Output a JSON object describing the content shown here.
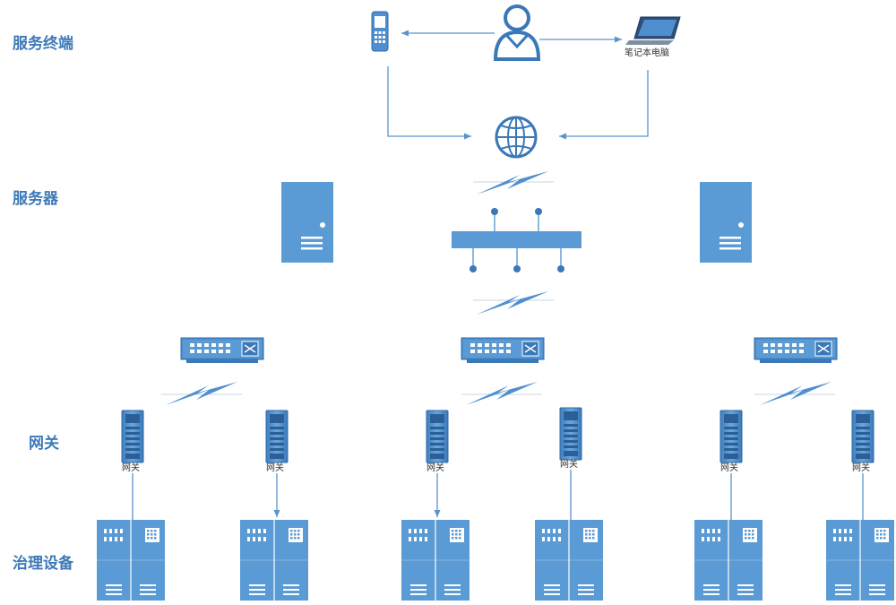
{
  "rows": {
    "terminal": "服务终端",
    "server": "服务器",
    "gateway": "网关",
    "governance": "治理设备"
  },
  "devices": {
    "laptop_label": "笔记本电脑",
    "gateway_label": "网关"
  },
  "icons": {
    "phone": "mobile-phone-icon",
    "user": "user-icon",
    "laptop": "laptop-icon",
    "globe": "globe-icon",
    "server": "server-icon",
    "switch": "network-switch-icon",
    "gateway": "gateway-tower-icon",
    "governance": "governance-cabinet-icon",
    "wireless": "wireless-link-icon"
  },
  "colors": {
    "primary": "#5b9bd5",
    "dark": "#2f6aa6",
    "line": "#5b93cc",
    "label": "#3d7ab8"
  }
}
